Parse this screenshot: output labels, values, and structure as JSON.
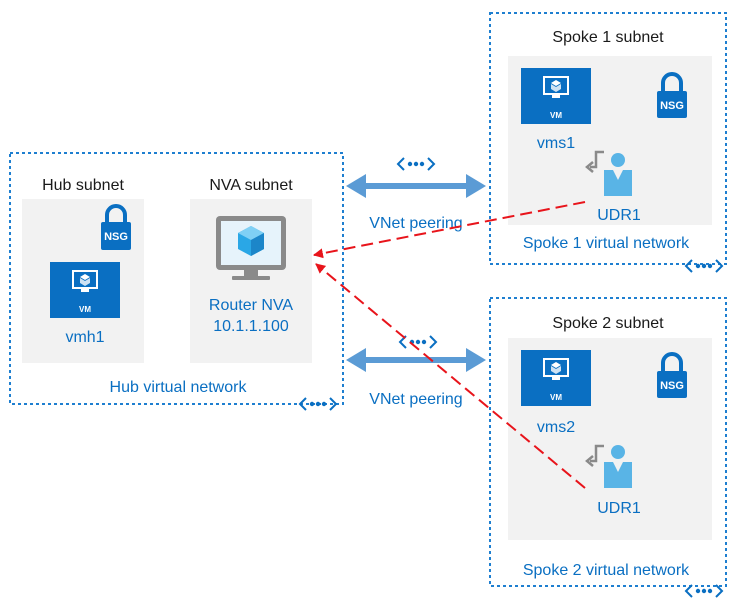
{
  "hub": {
    "network_label": "Hub virtual network",
    "subnet_label": "Hub subnet",
    "nva_subnet_label": "NVA subnet",
    "vm_label": "vmh1",
    "nva_name": "Router NVA",
    "nva_ip": "10.1.1.100"
  },
  "spoke1": {
    "subnet_label": "Spoke 1 subnet",
    "vm_label": "vms1",
    "udr_label": "UDR1",
    "network_label": "Spoke 1 virtual network"
  },
  "spoke2": {
    "subnet_label": "Spoke 2 subnet",
    "vm_label": "vms2",
    "udr_label": "UDR1",
    "network_label": "Spoke 2 virtual network"
  },
  "peering": {
    "top_label": "VNet peering",
    "bottom_label": "VNet peering"
  },
  "badges": {
    "vm": "VM",
    "nsg": "NSG"
  },
  "colors": {
    "vnet_border": "#1e7fd0",
    "label_blue": "#0a6fc2",
    "subnet_fill": "#f2f2f2",
    "icon_blue": "#0a6fc2",
    "peering_arrow": "#5b9bd5",
    "route_arrow": "#e8141b"
  }
}
